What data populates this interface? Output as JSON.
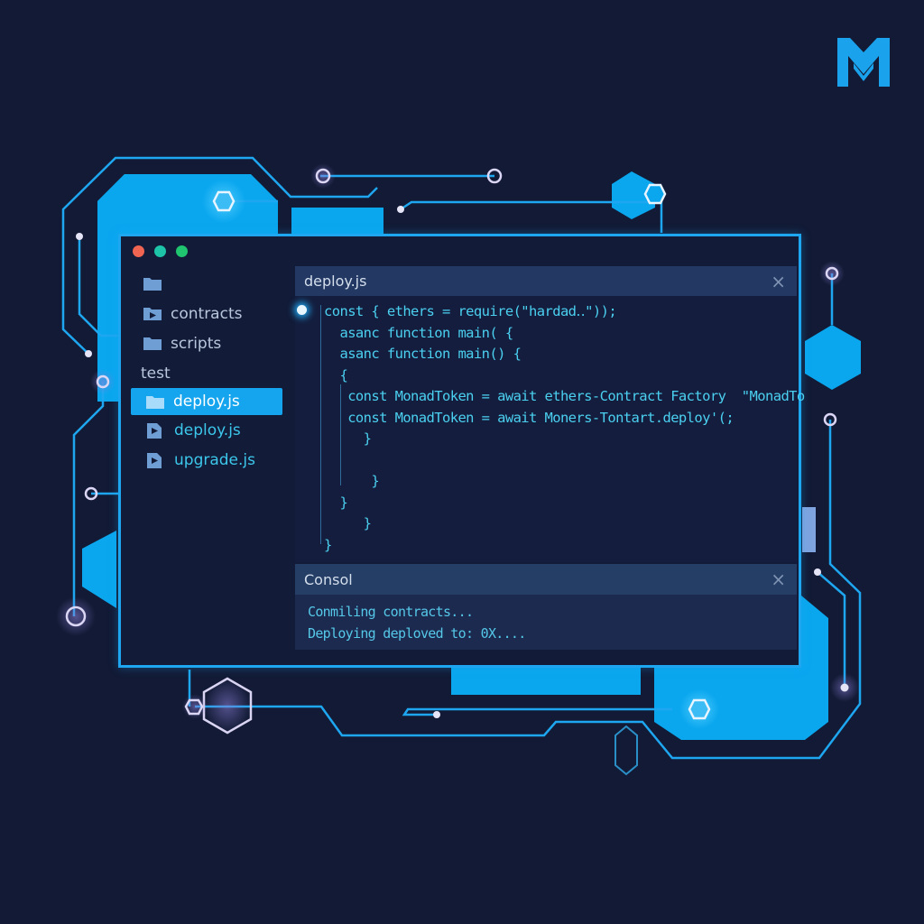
{
  "brand": {
    "logo_letter": "M",
    "accent": "#1ea7f0",
    "background": "#121a35"
  },
  "window": {
    "traffic_lights": [
      "close",
      "minimize",
      "maximize"
    ],
    "colors": {
      "red": "#f06552",
      "teal": "#1dc4a8",
      "green": "#1fc56f"
    }
  },
  "sidebar": {
    "items": [
      {
        "label": "",
        "icon": "folder-icon",
        "type": "folder"
      },
      {
        "label": "contracts",
        "icon": "folder-play-icon",
        "type": "folder"
      },
      {
        "label": "scripts",
        "icon": "folder-icon",
        "type": "folder"
      },
      {
        "label": "test",
        "icon": "",
        "type": "header"
      },
      {
        "label": "deploy.js",
        "icon": "folder-icon",
        "type": "selected"
      },
      {
        "label": "deploy.js",
        "icon": "file-play-icon",
        "type": "file"
      },
      {
        "label": "upgrade.js",
        "icon": "file-play-icon",
        "type": "file"
      }
    ]
  },
  "editor": {
    "tab_title": "deploy.js",
    "close_icon": "×",
    "lines": [
      "const { ethers = require(\"hardad‥\"));",
      "  asanc function main( {",
      "  asanc function main() {",
      "  {",
      "   const MonadToken = await ethers-Contract Factory  \"MonadTo",
      "   const MonadToken = await Moners-Tontart.deploy'(;",
      "     }",
      "",
      "      }",
      "  }",
      "     }",
      "}"
    ]
  },
  "console": {
    "title": "Consol",
    "close_icon": "×",
    "lines": [
      "Conmiling contracts...",
      "Deploying deploved to: 0X...."
    ]
  }
}
